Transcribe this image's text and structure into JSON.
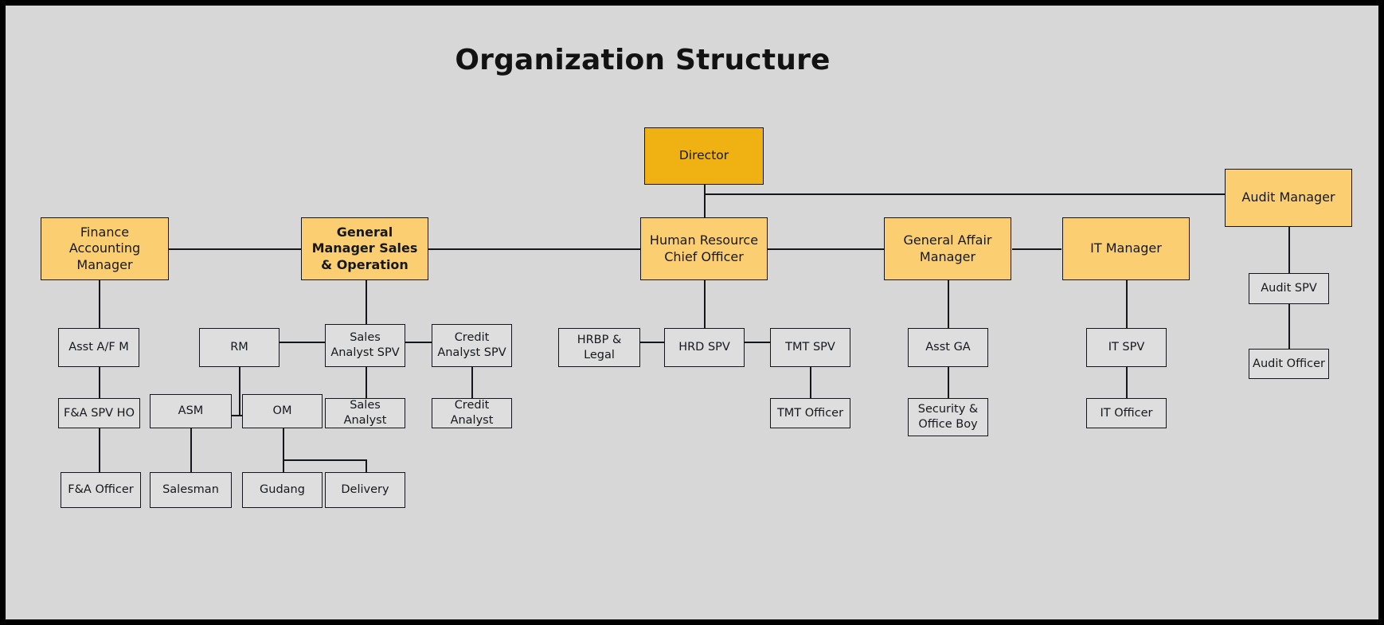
{
  "page": {
    "title": "Organization Structure",
    "canvas_bg": "#d7d7d7",
    "frame_color": "#000000"
  },
  "palette": {
    "root_fill": "#f0b113",
    "lead_fill": "#fbcf71",
    "node_fill": "#dedede",
    "stroke": "#15161a",
    "text": "#16181c"
  },
  "chart_data": {
    "type": "diagram",
    "title": "Organization Structure",
    "nodes": [
      {
        "id": "director",
        "label": "Director",
        "level": "root",
        "tier": 0
      },
      {
        "id": "audit_manager",
        "label": "Audit Manager",
        "level": "lead",
        "tier": 1
      },
      {
        "id": "fin_acc_mgr",
        "label": "Finance Accounting Manager",
        "level": "lead",
        "tier": 1
      },
      {
        "id": "gm_sales_ops",
        "label": "General Manager Sales & Operation",
        "level": "lead",
        "tier": 1,
        "bold": true
      },
      {
        "id": "hr_chief",
        "label": "Human Resource Chief Officer",
        "level": "lead",
        "tier": 1
      },
      {
        "id": "ga_manager",
        "label": "General Affair Manager",
        "level": "lead",
        "tier": 1
      },
      {
        "id": "it_manager",
        "label": "IT Manager",
        "level": "lead",
        "tier": 1
      },
      {
        "id": "asst_afm",
        "label": "Asst A/F M",
        "level": "node",
        "tier": 2
      },
      {
        "id": "rm",
        "label": "RM",
        "level": "node",
        "tier": 2
      },
      {
        "id": "sales_analyst_spv",
        "label": "Sales Analyst SPV",
        "level": "node",
        "tier": 2
      },
      {
        "id": "credit_analyst_spv",
        "label": "Credit Analyst SPV",
        "level": "node",
        "tier": 2
      },
      {
        "id": "hrbp_legal",
        "label": "HRBP & Legal",
        "level": "node",
        "tier": 2
      },
      {
        "id": "hrd_spv",
        "label": "HRD SPV",
        "level": "node",
        "tier": 2
      },
      {
        "id": "tmt_spv",
        "label": "TMT SPV",
        "level": "node",
        "tier": 2
      },
      {
        "id": "asst_ga",
        "label": "Asst GA",
        "level": "node",
        "tier": 2
      },
      {
        "id": "it_spv",
        "label": "IT SPV",
        "level": "node",
        "tier": 2
      },
      {
        "id": "audit_spv",
        "label": "Audit SPV",
        "level": "node",
        "tier": 2
      },
      {
        "id": "fa_spv_ho",
        "label": "F&A SPV HO",
        "level": "node",
        "tier": 3
      },
      {
        "id": "asm",
        "label": "ASM",
        "level": "node",
        "tier": 3
      },
      {
        "id": "om",
        "label": "OM",
        "level": "node",
        "tier": 3
      },
      {
        "id": "sales_analyst",
        "label": "Sales Analyst",
        "level": "node",
        "tier": 3
      },
      {
        "id": "credit_analyst",
        "label": "Credit Analyst",
        "level": "node",
        "tier": 3
      },
      {
        "id": "tmt_officer",
        "label": "TMT Officer",
        "level": "node",
        "tier": 3
      },
      {
        "id": "security_office_boy",
        "label": "Security & Office Boy",
        "level": "node",
        "tier": 3
      },
      {
        "id": "it_officer",
        "label": "IT Officer",
        "level": "node",
        "tier": 3
      },
      {
        "id": "audit_officer",
        "label": "Audit Officer",
        "level": "node",
        "tier": 3
      },
      {
        "id": "fa_officer",
        "label": "F&A Officer",
        "level": "node",
        "tier": 4
      },
      {
        "id": "salesman",
        "label": "Salesman",
        "level": "node",
        "tier": 4
      },
      {
        "id": "gudang",
        "label": "Gudang",
        "level": "node",
        "tier": 4
      },
      {
        "id": "delivery",
        "label": "Delivery",
        "level": "node",
        "tier": 4
      }
    ],
    "edges": [
      {
        "from": "director",
        "to": "fin_acc_mgr"
      },
      {
        "from": "director",
        "to": "gm_sales_ops"
      },
      {
        "from": "director",
        "to": "hr_chief"
      },
      {
        "from": "director",
        "to": "ga_manager"
      },
      {
        "from": "director",
        "to": "it_manager"
      },
      {
        "from": "director",
        "to": "audit_manager"
      },
      {
        "from": "fin_acc_mgr",
        "to": "asst_afm"
      },
      {
        "from": "asst_afm",
        "to": "fa_spv_ho"
      },
      {
        "from": "fa_spv_ho",
        "to": "fa_officer"
      },
      {
        "from": "gm_sales_ops",
        "to": "sales_analyst_spv"
      },
      {
        "from": "sales_analyst_spv",
        "to": "rm"
      },
      {
        "from": "sales_analyst_spv",
        "to": "credit_analyst_spv"
      },
      {
        "from": "sales_analyst_spv",
        "to": "sales_analyst"
      },
      {
        "from": "credit_analyst_spv",
        "to": "credit_analyst"
      },
      {
        "from": "rm",
        "to": "asm"
      },
      {
        "from": "rm",
        "to": "om"
      },
      {
        "from": "asm",
        "to": "salesman"
      },
      {
        "from": "om",
        "to": "gudang"
      },
      {
        "from": "om",
        "to": "delivery"
      },
      {
        "from": "hr_chief",
        "to": "hrd_spv"
      },
      {
        "from": "hrd_spv",
        "to": "hrbp_legal"
      },
      {
        "from": "hrd_spv",
        "to": "tmt_spv"
      },
      {
        "from": "tmt_spv",
        "to": "tmt_officer"
      },
      {
        "from": "ga_manager",
        "to": "asst_ga"
      },
      {
        "from": "asst_ga",
        "to": "security_office_boy"
      },
      {
        "from": "it_manager",
        "to": "it_spv"
      },
      {
        "from": "it_spv",
        "to": "it_officer"
      },
      {
        "from": "audit_manager",
        "to": "audit_spv"
      },
      {
        "from": "audit_spv",
        "to": "audit_officer"
      }
    ]
  }
}
